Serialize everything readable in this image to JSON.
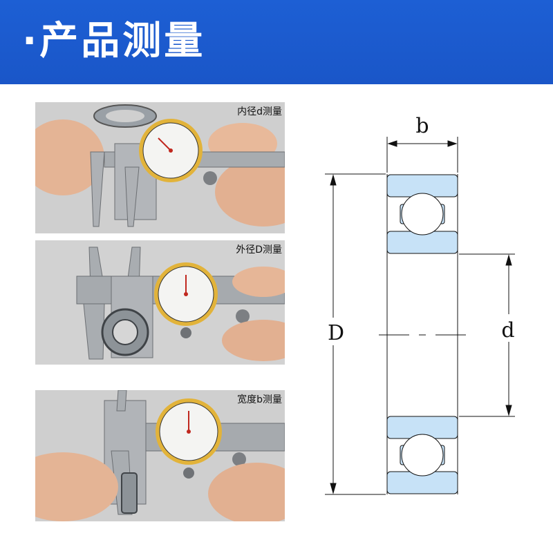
{
  "header": {
    "title": "·产品测量"
  },
  "photos": [
    {
      "label": "内径d测量"
    },
    {
      "label": "外径D测量"
    },
    {
      "label": "宽度b测量"
    }
  ],
  "diagram": {
    "width_label": "b",
    "outer_label": "D",
    "inner_label": "d"
  },
  "colors": {
    "header_bg": "#1a56c8",
    "bearing_fill": "#c7e2f7",
    "dial_ring": "#e2b33a"
  },
  "icons": [
    "caliper-icon",
    "dial-gauge-icon",
    "bearing-icon",
    "hand-icon"
  ]
}
